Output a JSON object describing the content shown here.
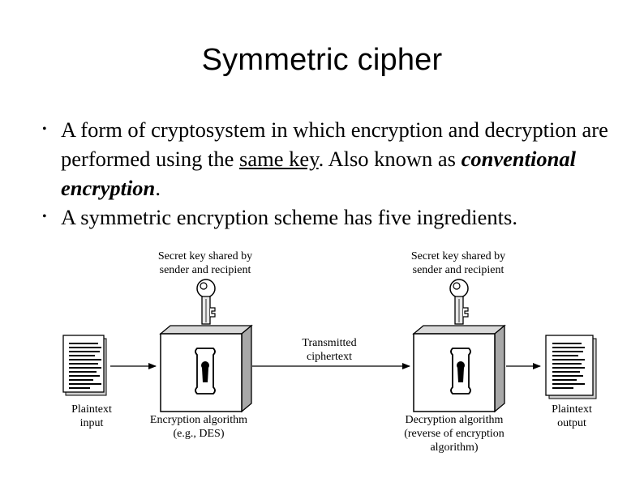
{
  "slide": {
    "title": "Symmetric cipher",
    "bullet1": {
      "text_a": "A form of cryptosystem in which encryption and decryption are performed using the ",
      "underlined": "same key",
      "text_b": ". Also known as ",
      "emphasis": "conventional encryption",
      "text_c": "."
    },
    "bullet2": "A symmetric encryption scheme has five ingredients."
  },
  "diagram": {
    "key_left_line1": "Secret key shared by",
    "key_left_line2": "sender and recipient",
    "key_right_line1": "Secret key shared by",
    "key_right_line2": "sender and recipient",
    "transmitted_line1": "Transmitted",
    "transmitted_line2": "ciphertext",
    "plaintext_input_line1": "Plaintext",
    "plaintext_input_line2": "input",
    "encryption_line1": "Encryption algorithm",
    "encryption_line2": "(e.g., DES)",
    "decryption_line1": "Decryption algorithm",
    "decryption_line2": "(reverse of encryption",
    "decryption_line3": "algorithm)",
    "plaintext_output_line1": "Plaintext",
    "plaintext_output_line2": "output"
  }
}
